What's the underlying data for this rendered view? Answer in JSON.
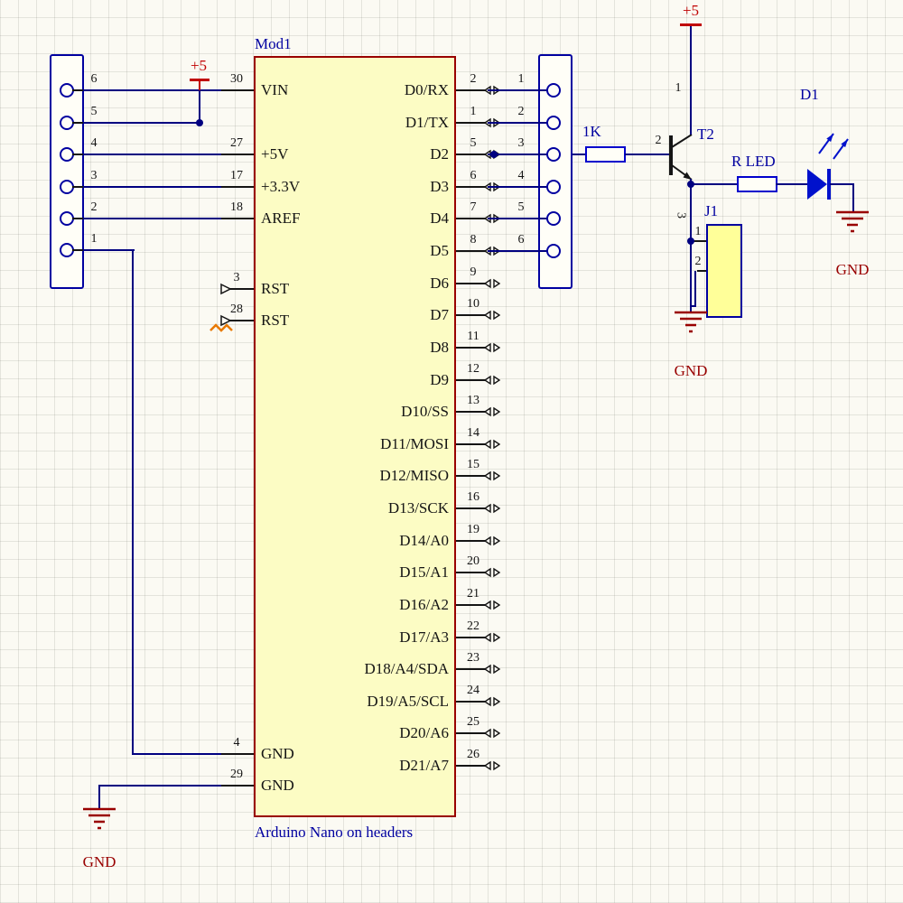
{
  "colors": {
    "wire": "#000080",
    "accent_blue": "#0000A0",
    "symbol_blue": "#0000CC",
    "part_border": "#990000",
    "part_fill": "#FCFCC4",
    "power_red": "#C00000",
    "ground_red": "#990000",
    "erc_orange": "#E87800"
  },
  "mod1": {
    "designator": "Mod1",
    "description": "Arduino Nano on headers",
    "left_pins": [
      {
        "name": "VIN",
        "number": "30"
      },
      {
        "name": "+5V",
        "number": "27"
      },
      {
        "name": "+3.3V",
        "number": "17"
      },
      {
        "name": "AREF",
        "number": "18"
      },
      {
        "name": "RST",
        "number": "3"
      },
      {
        "name": "RST",
        "number": "28"
      },
      {
        "name": "GND",
        "number": "4"
      },
      {
        "name": "GND",
        "number": "29"
      }
    ],
    "right_pins": [
      {
        "name": "D0/RX",
        "number": "2"
      },
      {
        "name": "D1/TX",
        "number": "1"
      },
      {
        "name": "D2",
        "number": "5"
      },
      {
        "name": "D3",
        "number": "6"
      },
      {
        "name": "D4",
        "number": "7"
      },
      {
        "name": "D5",
        "number": "8"
      },
      {
        "name": "D6",
        "number": "9"
      },
      {
        "name": "D7",
        "number": "10"
      },
      {
        "name": "D8",
        "number": "11"
      },
      {
        "name": "D9",
        "number": "12"
      },
      {
        "name": "D10/SS",
        "number": "13"
      },
      {
        "name": "D11/MOSI",
        "number": "14"
      },
      {
        "name": "D12/MISO",
        "number": "15"
      },
      {
        "name": "D13/SCK",
        "number": "16"
      },
      {
        "name": "D14/A0",
        "number": "19"
      },
      {
        "name": "D15/A1",
        "number": "20"
      },
      {
        "name": "D16/A2",
        "number": "21"
      },
      {
        "name": "D17/A3",
        "number": "22"
      },
      {
        "name": "D18/A4/SDA",
        "number": "23"
      },
      {
        "name": "D19/A5/SCL",
        "number": "24"
      },
      {
        "name": "D20/A6",
        "number": "25"
      },
      {
        "name": "D21/A7",
        "number": "26"
      }
    ]
  },
  "left_connector": {
    "pins": [
      "6",
      "5",
      "4",
      "3",
      "2",
      "1"
    ]
  },
  "right_connector": {
    "pins": [
      "1",
      "2",
      "3",
      "4",
      "5",
      "6"
    ]
  },
  "resistor_base": {
    "value": "1K"
  },
  "transistor_t2": {
    "designator": "T2",
    "pin_collector": "1",
    "pin_base": "2",
    "pin_emitter": "3"
  },
  "resistor_led": {
    "designator": "R LED"
  },
  "led_d1": {
    "designator": "D1"
  },
  "j1": {
    "designator": "J1",
    "pin_1": "1",
    "pin_2": "2"
  },
  "power": {
    "plus5": "+5"
  },
  "ground": {
    "label": "GND"
  }
}
